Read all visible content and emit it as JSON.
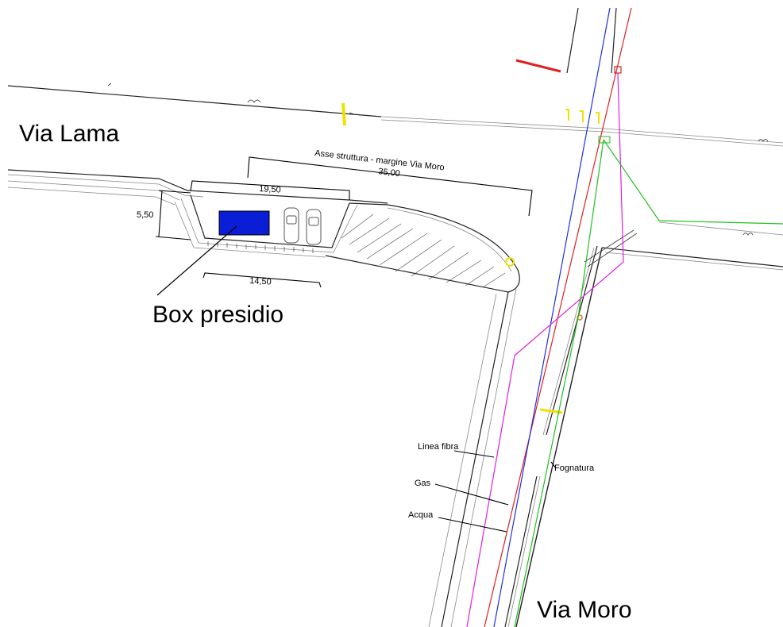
{
  "streets": {
    "via_lama": "Via Lama",
    "via_moro": "Via Moro"
  },
  "structure": {
    "box_label": "Box presidio",
    "axis_note": "Asse struttura - margine Via Moro",
    "dim_total": "35,00",
    "dim_top": "19,50",
    "dim_bottom": "14,50",
    "dim_side": "5,50"
  },
  "networks": {
    "fibra": "Linea fibra",
    "gas": "Gas",
    "acqua": "Acqua",
    "fognatura": "Fognatura"
  },
  "colors": {
    "box_fill": "#0a1ed6",
    "fibra": "#e020e0",
    "gas": "#e02020",
    "acqua": "#2030e0",
    "fognatura": "#20c020",
    "marker": "#f0e000"
  }
}
